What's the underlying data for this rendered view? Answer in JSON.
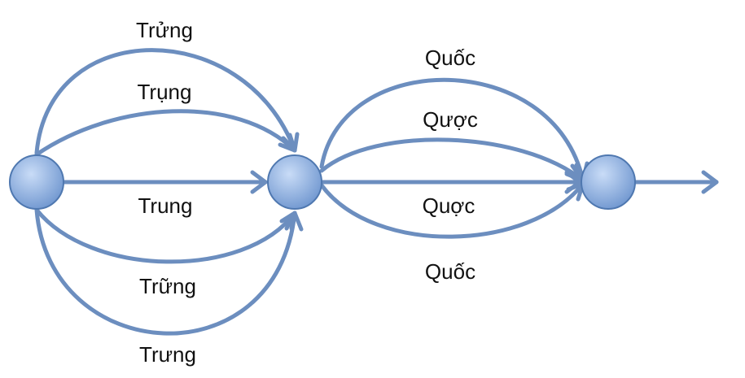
{
  "diagram": {
    "colors": {
      "edge": "#6c8ebf",
      "node_fill_light": "#c9dcf7",
      "node_fill_dark": "#6f96cf",
      "node_stroke": "#4f78b0",
      "text": "#111111"
    },
    "nodes": [
      {
        "id": "n1"
      },
      {
        "id": "n2"
      },
      {
        "id": "n3"
      }
    ],
    "edges_stage1": [
      {
        "from": "n1",
        "to": "n2",
        "label": "Trửng"
      },
      {
        "from": "n1",
        "to": "n2",
        "label": "Trụng"
      },
      {
        "from": "n1",
        "to": "n2",
        "label": "Trung"
      },
      {
        "from": "n1",
        "to": "n2",
        "label": "Trững"
      },
      {
        "from": "n1",
        "to": "n2",
        "label": "Trưng"
      }
    ],
    "edges_stage2": [
      {
        "from": "n2",
        "to": "n3",
        "label": "Quốc"
      },
      {
        "from": "n2",
        "to": "n3",
        "label": "Qược"
      },
      {
        "from": "n2",
        "to": "n3",
        "label": "Quợc"
      },
      {
        "from": "n2",
        "to": "n3",
        "label": "Quốc"
      }
    ]
  }
}
